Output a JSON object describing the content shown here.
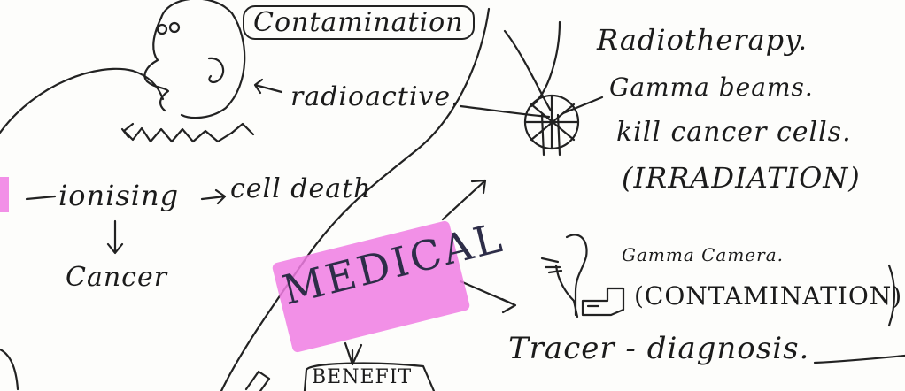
{
  "left_section": {
    "boxed_label": "Contamination",
    "arrow_label": "radioactive.",
    "ionising": "ionising",
    "cell_death": "cell death",
    "cancer": "Cancer"
  },
  "medical": {
    "label": "MEDICAL",
    "benefit": "BENEFIT",
    "highlight_color": "#f07ce3"
  },
  "radiotherapy": {
    "title": "Radiotherapy.",
    "line2": "Gamma beams.",
    "line3": "kill cancer cells.",
    "line4": "(IRRADIATION)"
  },
  "gamma_camera": {
    "title": "Gamma Camera.",
    "contamination": "(CONTAMINATION)",
    "tracer": "Tracer - diagnosis."
  }
}
